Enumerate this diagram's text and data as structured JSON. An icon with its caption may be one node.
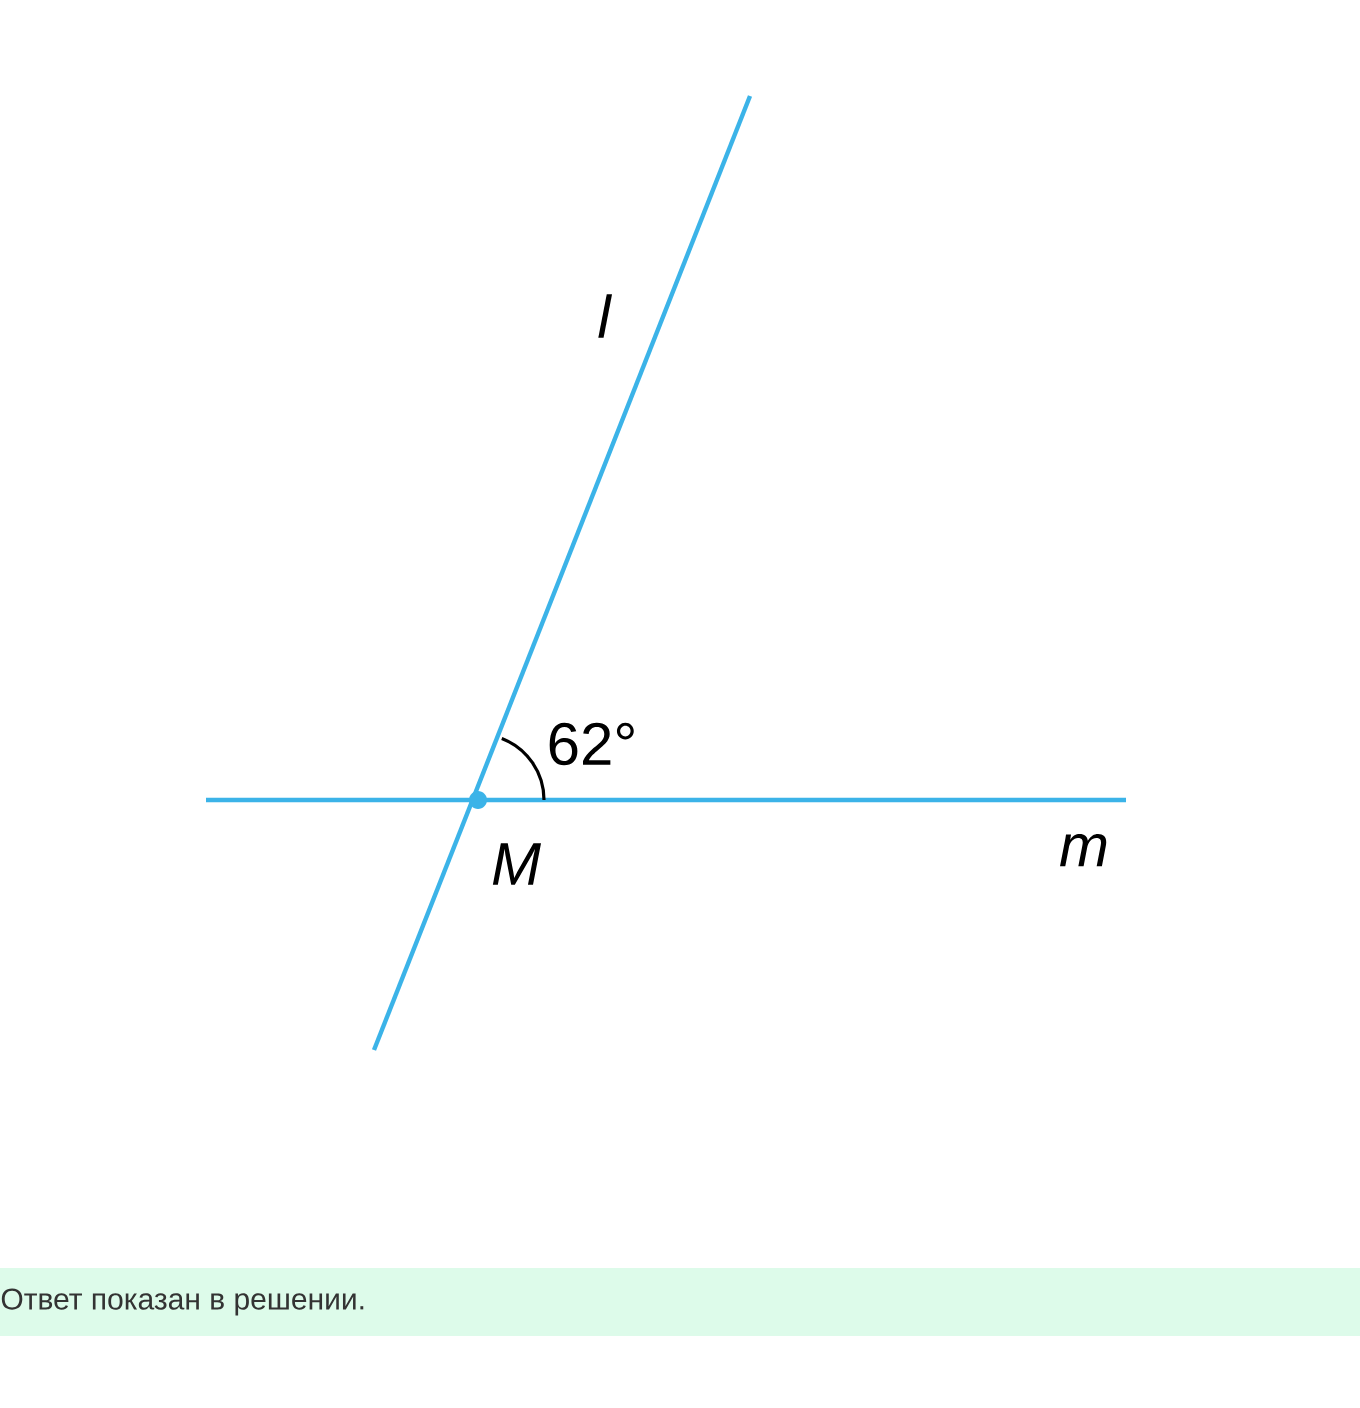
{
  "diagram": {
    "nodes": [
      {
        "text": [
          "Ответ показан в решении."
        ]
      }
    ],
    "labels": [
      "l",
      "62°",
      "M",
      "m"
    ]
  }
}
